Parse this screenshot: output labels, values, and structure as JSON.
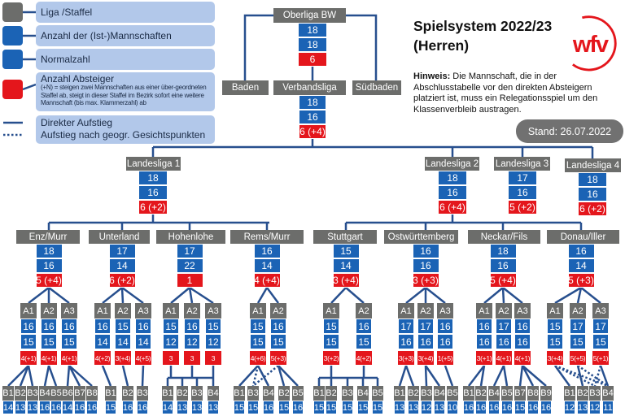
{
  "legend": [
    {
      "label": "Liga /Staffel",
      "color": "#6c6d6b"
    },
    {
      "label": "Anzahl der (Ist-)Mannschaften",
      "color": "#1b63b5"
    },
    {
      "label": "Normalzahl",
      "color": "#1b63b5"
    },
    {
      "label": "Anzahl Absteiger",
      "note": "(+N) = steigen zwei Mannschaften aus einer über-geordneten Staffel ab, steigt in dieser Staffel im Bezirk sofort eine weitere Mannschaft (bis max. Klammerzahl) ab",
      "color": "#e4161c"
    },
    {
      "label": "Direkter Aufstieg",
      "label2": "Aufstieg nach geogr. Gesichtspunkten"
    }
  ],
  "title": {
    "line1": "Spielsystem 2022/23",
    "line2": "(Herren)"
  },
  "logo": {
    "text": "wfv",
    "color": "#e4161c"
  },
  "hint": {
    "bold": "Hinweis:",
    "text": " Die Mannschaft, die in der Abschlusstabelle vor den direkten Absteigern platziert ist, muss ein Relegationsspiel um den Klassenverbleib austragen."
  },
  "stand": "Stand: 26.07.2022",
  "oberliga": {
    "label": "Oberliga BW",
    "teams": "18",
    "normal": "18",
    "relegation": "6"
  },
  "neighbors": {
    "left": "Baden",
    "right": "Südbaden"
  },
  "verbandsliga": {
    "label": "Verbandsliga",
    "teams": "18",
    "normal": "16",
    "relegation": "6 (+4)"
  },
  "landesligen": [
    {
      "label": "Landesliga 1",
      "teams": "18",
      "normal": "16",
      "relegation": "6 (+2)"
    },
    {
      "label": "Landesliga 2",
      "teams": "18",
      "normal": "16",
      "relegation": "6 (+4)"
    },
    {
      "label": "Landesliga 3",
      "teams": "17",
      "normal": "16",
      "relegation": "5 (+2)"
    },
    {
      "label": "Landesliga 4",
      "teams": "18",
      "normal": "16",
      "relegation": "6 (+2)"
    }
  ],
  "bezirke": [
    {
      "label": "Enz/Murr",
      "teams": "18",
      "normal": "16",
      "relegation": "5 (+4)",
      "a": [
        {
          "label": "A1",
          "teams": "16",
          "normal": "15",
          "relegation": "4(+1)"
        },
        {
          "label": "A2",
          "teams": "16",
          "normal": "15",
          "relegation": "4(+1)"
        },
        {
          "label": "A3",
          "teams": "16",
          "normal": "15",
          "relegation": "4(+1)"
        }
      ],
      "b": [
        {
          "label": "B1",
          "teams": "14"
        },
        {
          "label": "B2",
          "teams": "13"
        },
        {
          "label": "B3",
          "teams": "13"
        },
        {
          "label": "B4",
          "teams": "16"
        },
        {
          "label": "B5",
          "teams": "16"
        },
        {
          "label": "B6",
          "teams": "14"
        },
        {
          "label": "B7",
          "teams": "16"
        },
        {
          "label": "B8",
          "teams": "16"
        }
      ],
      "links": [
        [
          0,
          0,
          "direct"
        ],
        [
          0,
          1,
          "direct"
        ],
        [
          0,
          2,
          "direct"
        ],
        [
          1,
          3,
          "direct"
        ],
        [
          1,
          4,
          "direct"
        ],
        [
          2,
          5,
          "direct"
        ],
        [
          2,
          6,
          "direct"
        ],
        [
          2,
          7,
          "direct"
        ]
      ]
    },
    {
      "label": "Unterland",
      "teams": "17",
      "normal": "14",
      "relegation": "6 (+2)",
      "a": [
        {
          "label": "A1",
          "teams": "16",
          "normal": "14",
          "relegation": "4(+2)"
        },
        {
          "label": "A2",
          "teams": "15",
          "normal": "14",
          "relegation": "3(+4)"
        },
        {
          "label": "A3",
          "teams": "16",
          "normal": "14",
          "relegation": "4(+5)"
        }
      ],
      "b": [
        {
          "label": "B1",
          "teams": "15"
        },
        {
          "label": "B2",
          "teams": "16"
        },
        {
          "label": "B3",
          "teams": "16"
        }
      ],
      "links": [
        [
          0,
          0,
          "direct"
        ],
        [
          1,
          1,
          "direct"
        ],
        [
          2,
          2,
          "direct"
        ]
      ]
    },
    {
      "label": "Hohenlohe",
      "teams": "17",
      "normal": "22",
      "relegation": "1",
      "a": [
        {
          "label": "A1",
          "teams": "15",
          "normal": "12",
          "relegation": "3"
        },
        {
          "label": "A2",
          "teams": "16",
          "normal": "12",
          "relegation": "3"
        },
        {
          "label": "A3",
          "teams": "15",
          "normal": "12",
          "relegation": "3"
        }
      ],
      "b": [
        {
          "label": "B1",
          "teams": "14"
        },
        {
          "label": "B2",
          "teams": "13"
        },
        {
          "label": "B3",
          "teams": "13"
        },
        {
          "label": "B4",
          "teams": "13"
        }
      ],
      "links": "bus"
    },
    {
      "label": "Rems/Murr",
      "teams": "16",
      "normal": "14",
      "relegation": "4 (+4)",
      "a": [
        {
          "label": "A1",
          "teams": "15",
          "normal": "15",
          "relegation": "4(+6)"
        },
        {
          "label": "A2",
          "teams": "16",
          "normal": "15",
          "relegation": "5(+3)"
        }
      ],
      "b": [
        {
          "label": "B1",
          "teams": "15"
        },
        {
          "label": "B3",
          "teams": "15"
        },
        {
          "label": "B4",
          "teams": "16"
        },
        {
          "label": "B2",
          "teams": "15"
        },
        {
          "label": "B5",
          "teams": "16"
        }
      ],
      "links": [
        [
          0,
          0,
          "direct"
        ],
        [
          0,
          2,
          "direct"
        ],
        [
          0,
          1,
          "geo"
        ],
        [
          1,
          1,
          "geo"
        ],
        [
          1,
          3,
          "direct"
        ],
        [
          1,
          4,
          "direct"
        ]
      ]
    },
    {
      "label": "Stuttgart",
      "teams": "15",
      "normal": "14",
      "relegation": "3 (+4)",
      "a": [
        {
          "label": "A1",
          "teams": "15",
          "normal": "15",
          "relegation": "3(+2)"
        },
        {
          "label": "A2",
          "teams": "16",
          "normal": "15",
          "relegation": "4(+2)"
        }
      ],
      "b": [
        {
          "label": "B1",
          "teams": "15"
        },
        {
          "label": "B2",
          "teams": "15"
        },
        {
          "label": "B3",
          "teams": "15"
        },
        {
          "label": "B4",
          "teams": "15"
        },
        {
          "label": "B5",
          "teams": "15"
        }
      ],
      "links": "bus"
    },
    {
      "label": "Ostwürttemberg",
      "teams": "16",
      "normal": "16",
      "relegation": "3 (+3)",
      "a": [
        {
          "label": "A1",
          "teams": "17",
          "normal": "16",
          "relegation": "3(+3)"
        },
        {
          "label": "A2",
          "teams": "17",
          "normal": "16",
          "relegation": "3(+4)"
        },
        {
          "label": "A3",
          "teams": "16",
          "normal": "16",
          "relegation": "1(+5)"
        }
      ],
      "b": [
        {
          "label": "B1",
          "teams": "13"
        },
        {
          "label": "B2",
          "teams": "13"
        },
        {
          "label": "B3",
          "teams": "12"
        },
        {
          "label": "B4",
          "teams": "13"
        },
        {
          "label": "B5",
          "teams": "10"
        }
      ],
      "links": [
        [
          0,
          0,
          "direct"
        ],
        [
          0,
          1,
          "direct"
        ],
        [
          1,
          2,
          "direct"
        ],
        [
          1,
          3,
          "direct"
        ],
        [
          2,
          4,
          "direct"
        ]
      ]
    },
    {
      "label": "Neckar/Fils",
      "teams": "18",
      "normal": "16",
      "relegation": "5 (+4)",
      "a": [
        {
          "label": "A1",
          "teams": "16",
          "normal": "16",
          "relegation": "3(+1)"
        },
        {
          "label": "A2",
          "teams": "17",
          "normal": "16",
          "relegation": "4(+1)"
        },
        {
          "label": "A3",
          "teams": "16",
          "normal": "16",
          "relegation": "4(+1)"
        }
      ],
      "b": [
        {
          "label": "B1",
          "teams": "16"
        },
        {
          "label": "B2",
          "teams": "16"
        },
        {
          "label": "B4",
          "teams": "16"
        },
        {
          "label": "B5",
          "teams": "16"
        },
        {
          "label": "B7",
          "teams": "15"
        },
        {
          "label": "B8",
          "teams": "16"
        },
        {
          "label": "B9",
          "teams": "16"
        }
      ],
      "links": [
        [
          0,
          0,
          "direct"
        ],
        [
          0,
          1,
          "direct"
        ],
        [
          1,
          2,
          "direct"
        ],
        [
          1,
          3,
          "direct"
        ],
        [
          2,
          4,
          "direct"
        ],
        [
          2,
          5,
          "direct"
        ],
        [
          2,
          6,
          "direct"
        ]
      ]
    },
    {
      "label": "Donau/Iller",
      "teams": "16",
      "normal": "14",
      "relegation": "5 (+3)",
      "a": [
        {
          "label": "A1",
          "teams": "15",
          "normal": "15",
          "relegation": "3(+4)"
        },
        {
          "label": "A2",
          "teams": "17",
          "normal": "15",
          "relegation": "5(+5)"
        },
        {
          "label": "A3",
          "teams": "17",
          "normal": "15",
          "relegation": "5(+1)"
        }
      ],
      "b": [
        {
          "label": "B1",
          "teams": "12"
        },
        {
          "label": "B2",
          "teams": "13"
        },
        {
          "label": "B3",
          "teams": "12"
        },
        {
          "label": "B4",
          "teams": "11"
        }
      ],
      "links": [
        [
          0,
          0,
          "direct"
        ],
        [
          0,
          2,
          "geo"
        ],
        [
          0,
          3,
          "geo"
        ],
        [
          1,
          1,
          "direct"
        ],
        [
          1,
          3,
          "geo"
        ],
        [
          2,
          3,
          "direct"
        ],
        [
          2,
          2,
          "geo"
        ]
      ]
    }
  ]
}
